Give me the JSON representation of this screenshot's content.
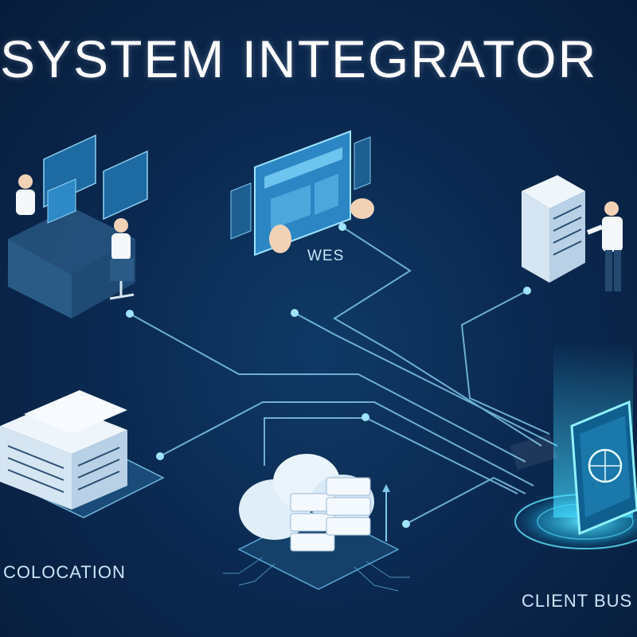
{
  "title": "SYSTEM INTEGRATOR",
  "nodes": {
    "wes": {
      "label": "WES"
    },
    "colocation": {
      "label": "COLOCATION"
    },
    "client_business": {
      "label": "CLIENT BUS"
    }
  },
  "colors": {
    "background": "#0b2a52",
    "line": "#7fc6e8",
    "accent": "#41d9ff",
    "isometric_face": "#e6f1fb"
  },
  "icons": [
    "developer-workstation-icon",
    "web-dashboard-icon",
    "server-rack-technician-icon",
    "colocation-server-icon",
    "cloud-server-icon",
    "client-business-id-icon"
  ]
}
